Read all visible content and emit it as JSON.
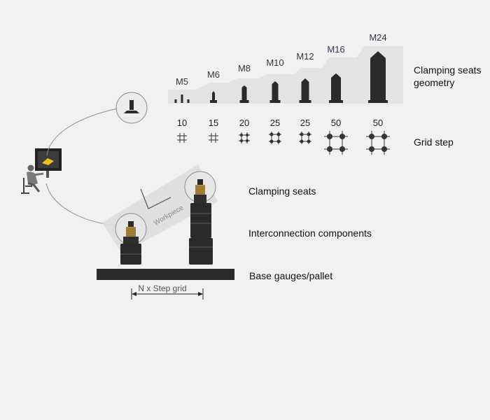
{
  "labels": {
    "clamping_geometry_line1": "Clamping seats",
    "clamping_geometry_line2": "geometry",
    "grid_step": "Grid step",
    "clamping_seats": "Clamping seats",
    "interconnection": "Interconnection components",
    "base": "Base gauges/pallet",
    "workpiece": "Workpiece",
    "grid_dim": "N x Step grid"
  },
  "sizes": [
    "M5",
    "M6",
    "M8",
    "M10",
    "M12",
    "M16",
    "M24"
  ],
  "steps": [
    "10",
    "15",
    "20",
    "25",
    "25",
    "50",
    "50"
  ],
  "colors": {
    "background": "#f1f1f1",
    "part": "#2a2a2a",
    "thread": "#b08a3a",
    "panel": "#e4e4e4"
  }
}
